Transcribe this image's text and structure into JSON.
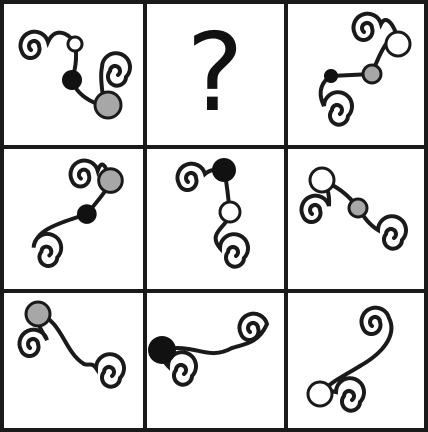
{
  "puzzle": {
    "missing_symbol": "?",
    "colors": {
      "stroke": "#1a1a1a",
      "black_dot": "#111111",
      "gray_dot": "#a7a7a7",
      "white_dot": "#ffffff"
    },
    "cells": [
      {
        "id": "r1c1",
        "dots": [
          "white",
          "black",
          "gray"
        ]
      },
      {
        "id": "r1c2",
        "missing": true
      },
      {
        "id": "r1c3",
        "dots": [
          "white",
          "gray",
          "black"
        ]
      },
      {
        "id": "r2c1",
        "dots": [
          "gray",
          "black"
        ]
      },
      {
        "id": "r2c2",
        "dots": [
          "black",
          "white"
        ]
      },
      {
        "id": "r2c3",
        "dots": [
          "white",
          "gray"
        ]
      },
      {
        "id": "r3c1",
        "dots": [
          "gray"
        ]
      },
      {
        "id": "r3c2",
        "dots": [
          "black"
        ]
      },
      {
        "id": "r3c3",
        "dots": [
          "white"
        ]
      }
    ]
  }
}
